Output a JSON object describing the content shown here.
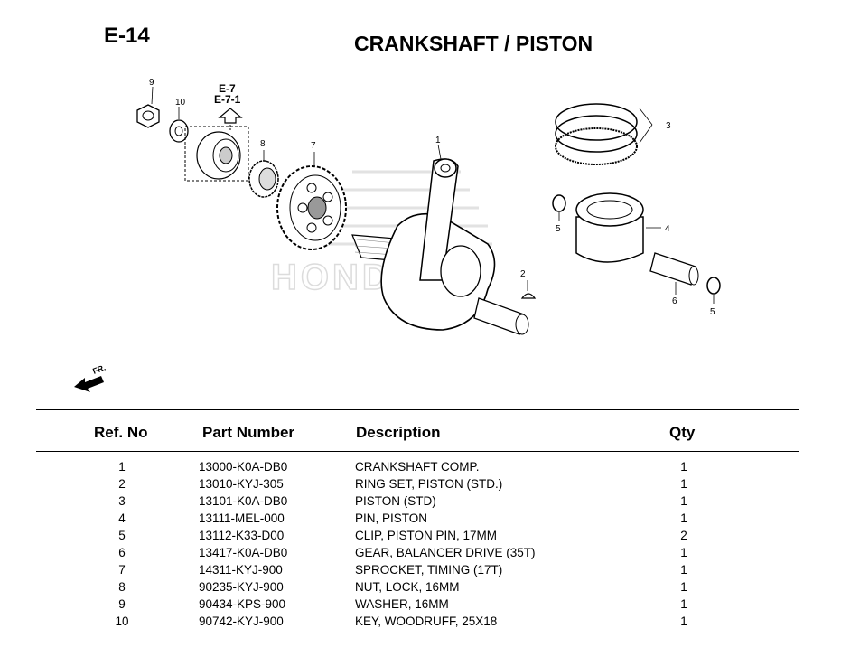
{
  "page": {
    "code": "E-14",
    "title": "CRANKSHAFT / PISTON"
  },
  "diagram": {
    "reference": [
      "E-7",
      "E-7-1"
    ],
    "front_arrow": "FR.",
    "watermark": "HONDA",
    "callouts": [
      "1",
      "2",
      "3",
      "4",
      "5",
      "5",
      "6",
      "7",
      "8",
      "9",
      "10"
    ]
  },
  "table": {
    "headers": {
      "ref": "Ref. No",
      "part": "Part Number",
      "desc": "Description",
      "qty": "Qty"
    },
    "rows": [
      {
        "ref": "1",
        "part": "13000-K0A-DB0",
        "desc": "CRANKSHAFT COMP.",
        "qty": "1"
      },
      {
        "ref": "2",
        "part": "13010-KYJ-305",
        "desc": "RING SET, PISTON (STD.)",
        "qty": "1"
      },
      {
        "ref": "3",
        "part": "13101-K0A-DB0",
        "desc": "PISTON (STD)",
        "qty": "1"
      },
      {
        "ref": "4",
        "part": "13111-MEL-000",
        "desc": "PIN, PISTON",
        "qty": "1"
      },
      {
        "ref": "5",
        "part": "13112-K33-D00",
        "desc": "CLIP, PISTON PIN, 17MM",
        "qty": "2"
      },
      {
        "ref": "6",
        "part": "13417-K0A-DB0",
        "desc": "GEAR, BALANCER DRIVE (35T)",
        "qty": "1"
      },
      {
        "ref": "7",
        "part": "14311-KYJ-900",
        "desc": "SPROCKET, TIMING (17T)",
        "qty": "1"
      },
      {
        "ref": "8",
        "part": "90235-KYJ-900",
        "desc": "NUT, LOCK, 16MM",
        "qty": "1"
      },
      {
        "ref": "9",
        "part": "90434-KPS-900",
        "desc": "WASHER, 16MM",
        "qty": "1"
      },
      {
        "ref": "10",
        "part": "90742-KYJ-900",
        "desc": "KEY, WOODRUFF, 25X18",
        "qty": "1"
      }
    ]
  }
}
